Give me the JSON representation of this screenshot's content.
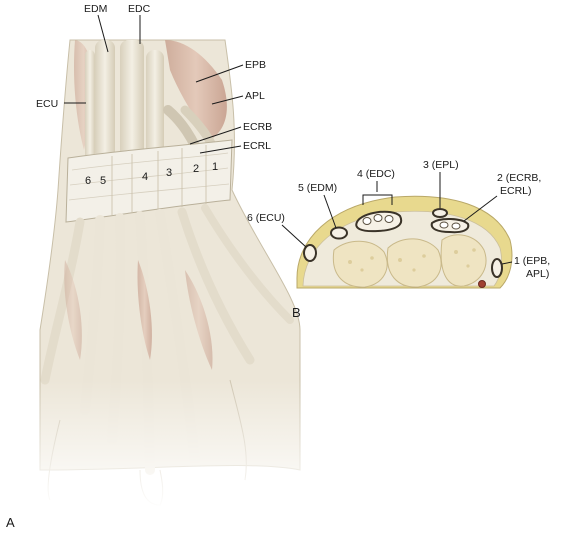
{
  "panel_a": {
    "letter": "A",
    "labels": {
      "edm": "EDM",
      "edc": "EDC",
      "epb": "EPB",
      "apl": "APL",
      "ecu": "ECU",
      "ecrb": "ECRB",
      "ecrl": "ECRL"
    },
    "compartments": [
      "6",
      "5",
      "4",
      "3",
      "2",
      "1"
    ]
  },
  "panel_b": {
    "letter": "B",
    "labels": {
      "c6": "6 (ECU)",
      "c5": "5 (EDM)",
      "c4": "4 (EDC)",
      "c3": "3 (EPL)",
      "c2_line1": "2 (ECRB,",
      "c2_line2": "ECRL)",
      "c1_line1": "1 (EPB,",
      "c1_line2": "APL)"
    }
  },
  "colors": {
    "tendon": "#e9e4d6",
    "tendon_shadow": "#cfc6b2",
    "muscle": "#d9b8a8",
    "retinaculum": "#f1eee6",
    "fat": "#e9d98a",
    "bone": "#efe8cf",
    "ink": "#1a1a1a"
  }
}
